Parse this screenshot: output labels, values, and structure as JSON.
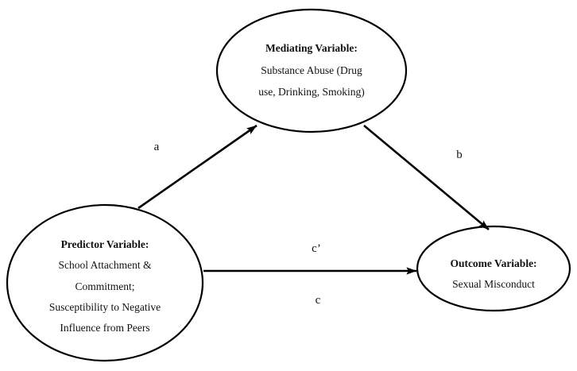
{
  "diagram": {
    "type": "mediation-path-model",
    "background_color": "#ffffff",
    "line_color": "#000000",
    "text_color": "#111111",
    "nodes": [
      {
        "id": "mediator",
        "title": "Mediating Variable:",
        "lines": [
          "Substance Abuse (Drug",
          "use, Drinking, Smoking)"
        ]
      },
      {
        "id": "predictor",
        "title": "Predictor Variable:",
        "lines": [
          "School Attachment &",
          "Commitment;",
          "Susceptibility to Negative",
          "Influence from Peers"
        ]
      },
      {
        "id": "outcome",
        "title": "Outcome Variable:",
        "lines": [
          "Sexual Misconduct"
        ]
      }
    ],
    "edges": [
      {
        "from": "predictor",
        "to": "mediator",
        "label": "a"
      },
      {
        "from": "mediator",
        "to": "outcome",
        "label": "b"
      },
      {
        "from": "predictor",
        "to": "outcome",
        "labels": [
          "c’",
          "c"
        ]
      }
    ]
  }
}
